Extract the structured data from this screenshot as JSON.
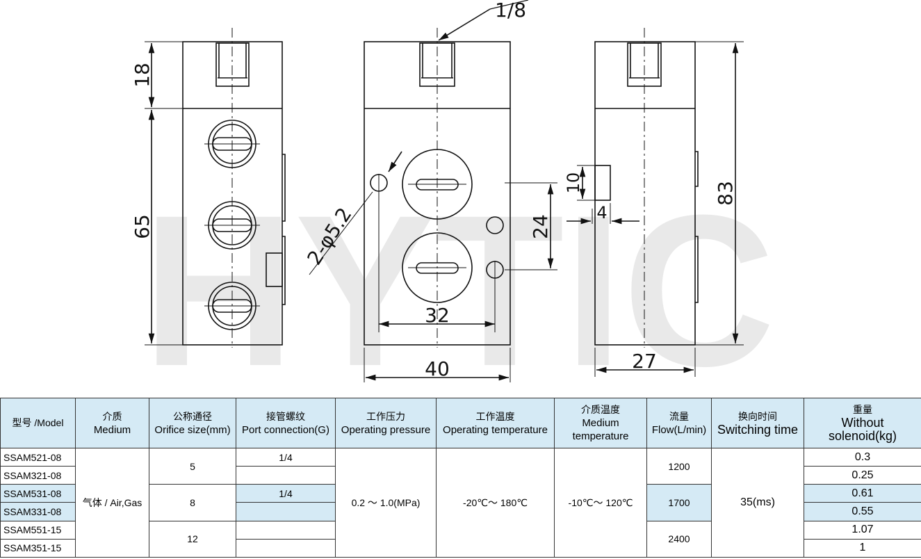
{
  "drawing": {
    "watermark": "HYTIC",
    "dims": {
      "port_thread": "1/8",
      "top_height": "18",
      "body_height": "65",
      "mount_holes": "2-φ5.2",
      "hole_spacing_v": "24",
      "hole_spacing_h": "32",
      "width_front": "40",
      "side_tab_h": "10",
      "side_tab_w": "4",
      "total_height": "83",
      "depth": "27"
    }
  },
  "table": {
    "headers": {
      "model": "型号 /Model",
      "medium_cn": "介质",
      "medium_en": "Medium",
      "orifice_cn": "公称通径",
      "orifice_en": "Orifice size(mm)",
      "port_cn": "接管螺纹",
      "port_en": "Port connection(G)",
      "pressure_cn": "工作压力",
      "pressure_en": "Operating pressure",
      "temp_cn": "工作温度",
      "temp_en": "Operating temperature",
      "mtemp_cn": "介质温度",
      "mtemp_en1": "Medium",
      "mtemp_en2": "temperature",
      "flow_cn": "流量",
      "flow_en": "Flow(L/min)",
      "switch_cn": "换向时间",
      "switch_en": "Switching time",
      "weight_cn": "重量",
      "weight_en1": "Without",
      "weight_en2": "solenoid(kg)"
    },
    "rows": [
      {
        "model": "SSAM521-08",
        "port": "1/4",
        "weight": "0.3"
      },
      {
        "model": "SSAM321-08",
        "port": "",
        "weight": "0.25"
      },
      {
        "model": "SSAM531-08",
        "port": "1/4",
        "weight": "0.61"
      },
      {
        "model": "SSAM331-08",
        "port": "",
        "weight": "0.55"
      },
      {
        "model": "SSAM551-15",
        "port": "",
        "weight": "1.07"
      },
      {
        "model": "SSAM351-15",
        "port": "",
        "weight": "1"
      }
    ],
    "medium": "气体 / Air,Gas",
    "orifice": [
      "5",
      "8",
      "12"
    ],
    "pressure": "0.2 ～ 1.0(MPa)",
    "temp": "-20℃～ 180℃",
    "mtemp": "-10℃～ 120℃",
    "flow": [
      "1200",
      "1700",
      "2400"
    ],
    "switch": "35(ms)",
    "highlight_color": "#d5eaf5"
  }
}
